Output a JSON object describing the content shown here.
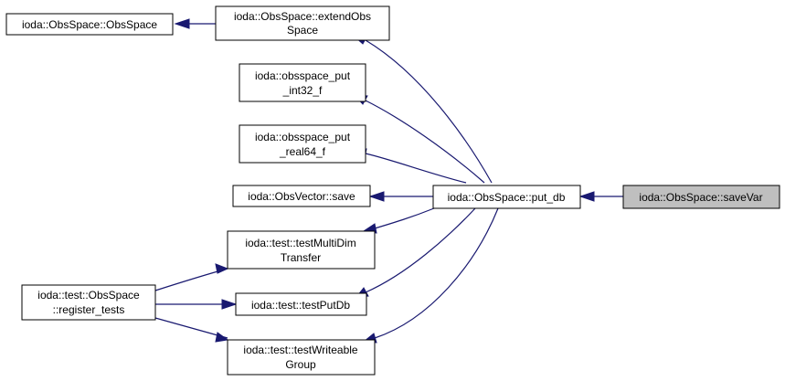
{
  "nodes": {
    "obsspace_ctor": {
      "lines": [
        "ioda::ObsSpace::ObsSpace"
      ]
    },
    "extend_obs_space": {
      "lines": [
        "ioda::ObsSpace::extendObs",
        "Space"
      ]
    },
    "put_int32": {
      "lines": [
        "ioda::obsspace_put",
        "_int32_f"
      ]
    },
    "put_real64": {
      "lines": [
        "ioda::obsspace_put",
        "_real64_f"
      ]
    },
    "obsvector_save": {
      "lines": [
        "ioda::ObsVector::save"
      ]
    },
    "test_multidim": {
      "lines": [
        "ioda::test::testMultiDim",
        "Transfer"
      ]
    },
    "register_tests": {
      "lines": [
        "ioda::test::ObsSpace",
        "::register_tests"
      ]
    },
    "test_putdb": {
      "lines": [
        "ioda::test::testPutDb"
      ]
    },
    "test_writeable": {
      "lines": [
        "ioda::test::testWriteable",
        "Group"
      ]
    },
    "put_db": {
      "lines": [
        "ioda::ObsSpace::put_db"
      ]
    },
    "save_var": {
      "lines": [
        "ioda::ObsSpace::saveVar"
      ]
    }
  },
  "colors": {
    "edge": "#191970",
    "focus_fill": "#bfbfbf",
    "node_border": "#000000"
  }
}
